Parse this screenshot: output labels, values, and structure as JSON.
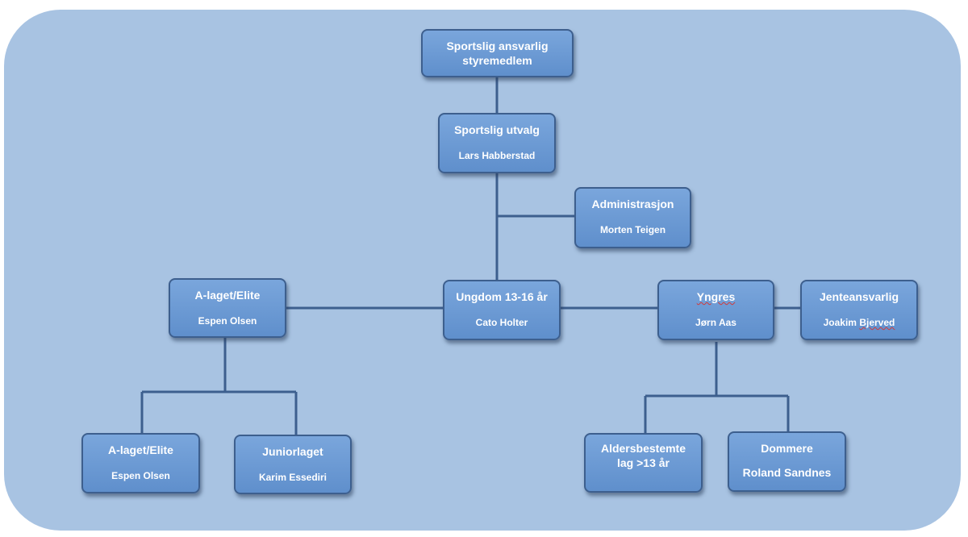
{
  "chart": {
    "top": {
      "title_line1": "Sportslig ansvarlig",
      "title_line2": "styremedlem"
    },
    "utvalg": {
      "title": "Sportslig utvalg",
      "name": "Lars Habberstad"
    },
    "admin": {
      "title": "Administrasjon",
      "name": "Morten Teigen"
    },
    "alaget": {
      "title": "A-laget/Elite",
      "name": "Espen Olsen"
    },
    "ungdom": {
      "title": "Ungdom 13-16 år",
      "name": "Cato Holter"
    },
    "yngres": {
      "title": "Yngres",
      "name": "Jørn Aas"
    },
    "jente": {
      "title": "Jenteansvarlig",
      "name_first": "Joakim",
      "name_last": "Bjerved"
    },
    "alaget2": {
      "title": "A-laget/Elite",
      "name": "Espen Olsen"
    },
    "junior": {
      "title": "Juniorlaget",
      "name": "Karim Essediri"
    },
    "alders": {
      "title_line1": "Aldersbestemte",
      "title_line2": "lag >13 år"
    },
    "dommere": {
      "title": "Dommere",
      "name": "Roland Sandnes"
    }
  },
  "colors": {
    "background": "#a8c3e2",
    "box": "#6a98d2",
    "box_border": "#3d5f8e",
    "line": "#3d5f8e",
    "text": "#ffffff"
  }
}
